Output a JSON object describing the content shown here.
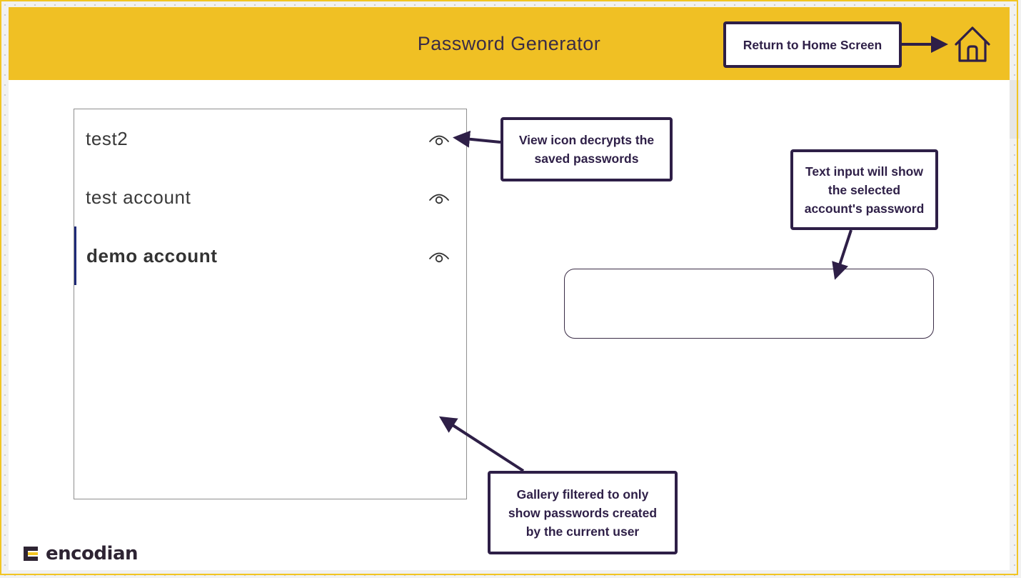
{
  "app": {
    "title": "Password Generator"
  },
  "gallery": {
    "items": [
      {
        "label": "test2",
        "selected": false
      },
      {
        "label": "test account",
        "selected": false
      },
      {
        "label": "demo account",
        "selected": true
      }
    ]
  },
  "password_input": {
    "value": ""
  },
  "callouts": {
    "home": "Return to Home Screen",
    "view_icon": [
      "View icon decrypts the",
      "saved passwords"
    ],
    "text_input": [
      "Text input will show",
      "the selected",
      "account's password"
    ],
    "gallery": [
      "Gallery filtered to only",
      "show passwords created",
      "by the current user"
    ]
  },
  "branding": {
    "logo_text": "encodian"
  },
  "colors": {
    "header": "#f0c024",
    "accent_dark": "#2e1f47",
    "selected_bar": "#1f2a78",
    "logo_yellow": "#f2c522"
  },
  "icons": {
    "home": "home-icon",
    "view": "eye-icon"
  }
}
